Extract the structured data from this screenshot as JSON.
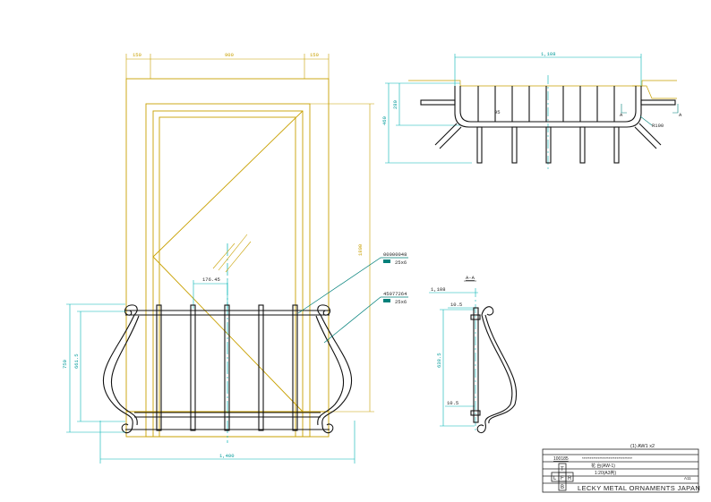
{
  "front_view": {
    "dims_top": [
      "150",
      "900",
      "150"
    ],
    "dim_height_right": "1800",
    "dim_bar_spacing": "176.45",
    "dim_height_left_outer": "750",
    "dim_height_left_inner": "661.5",
    "dim_overall_width": "1,400",
    "callouts": [
      {
        "part_no": "00000048",
        "spec": "25x6"
      },
      {
        "part_no": "45077264",
        "spec": "25x6"
      }
    ]
  },
  "plan_view": {
    "dim_width": "1,108",
    "dim_depth_outer": "460",
    "dim_depth_inner": "280",
    "dim_bar_pitch": "95",
    "dim_radius": "R100",
    "section_marker": "A"
  },
  "section_view": {
    "title": "A-A",
    "dim_width": "1,108",
    "dim_offset_top": "10.5",
    "dim_offset_bottom": "10.5",
    "dim_height": "638.5"
  },
  "title_block": {
    "qty": "(1) AW1 x2",
    "drawing_no": "100185",
    "masked_line": "********************************",
    "name": "花 台(AW-1)",
    "scale": "1:20(A3判)",
    "sheet": "A11",
    "cell_t": "T",
    "cell_l": "L",
    "cell_f": "F",
    "cell_r": "R",
    "cell_b": "B",
    "company": "LECKY METAL ORNAMENTS JAPAN"
  },
  "colors": {
    "window_frame": "#c8a000",
    "dimension_cyan": "#00b4b4",
    "leader_teal": "#00807a",
    "ironwork": "#111111"
  }
}
